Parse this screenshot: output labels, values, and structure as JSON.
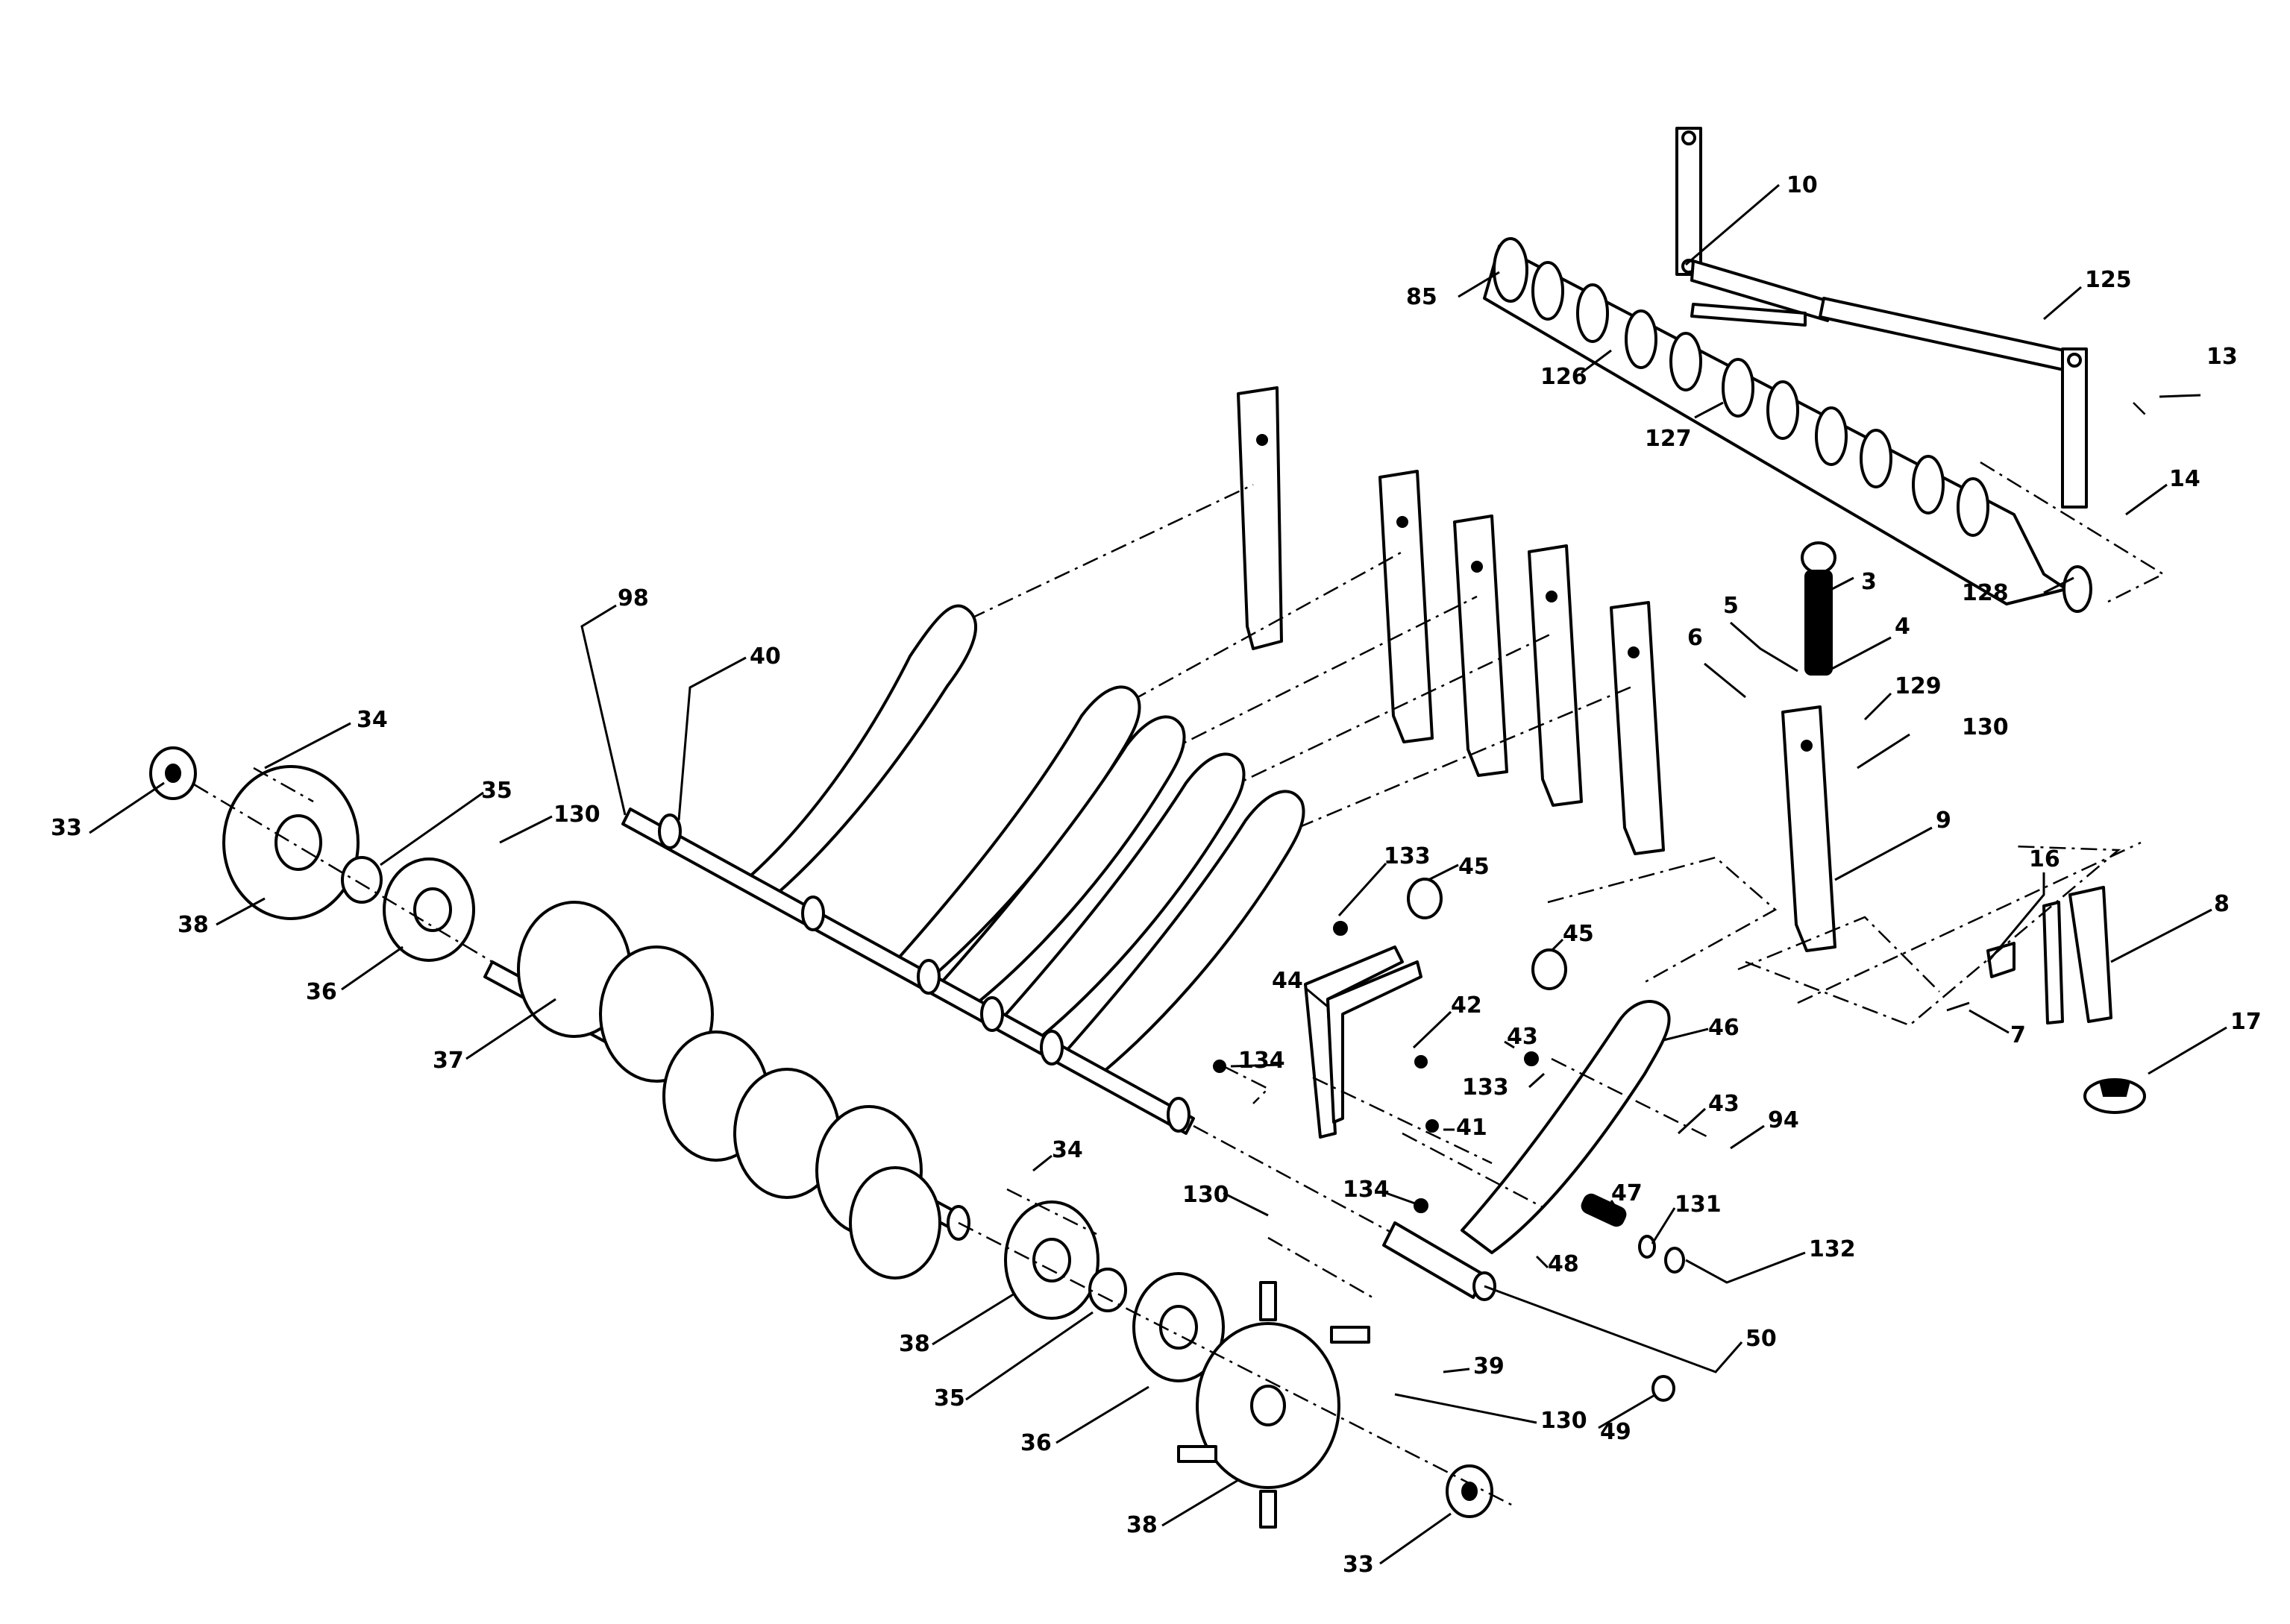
{
  "callouts": [
    {
      "id": "c10",
      "text": "10"
    },
    {
      "id": "c85",
      "text": "85"
    },
    {
      "id": "c125",
      "text": "125"
    },
    {
      "id": "c13",
      "text": "13"
    },
    {
      "id": "c126",
      "text": "126"
    },
    {
      "id": "c127",
      "text": "127"
    },
    {
      "id": "c14",
      "text": "14"
    },
    {
      "id": "c128",
      "text": "128"
    },
    {
      "id": "c3",
      "text": "3"
    },
    {
      "id": "c4",
      "text": "4"
    },
    {
      "id": "c5",
      "text": "5"
    },
    {
      "id": "c6",
      "text": "6"
    },
    {
      "id": "c129",
      "text": "129"
    },
    {
      "id": "c130a",
      "text": "130"
    },
    {
      "id": "c9",
      "text": "9"
    },
    {
      "id": "c98",
      "text": "98"
    },
    {
      "id": "c40",
      "text": "40"
    },
    {
      "id": "c34a",
      "text": "34"
    },
    {
      "id": "c33a",
      "text": "33"
    },
    {
      "id": "c35a",
      "text": "35"
    },
    {
      "id": "c130b",
      "text": "130"
    },
    {
      "id": "c38a",
      "text": "38"
    },
    {
      "id": "c36a",
      "text": "36"
    },
    {
      "id": "c37",
      "text": "37"
    },
    {
      "id": "c133a",
      "text": "133"
    },
    {
      "id": "c45a",
      "text": "45"
    },
    {
      "id": "c45b",
      "text": "45"
    },
    {
      "id": "c44",
      "text": "44"
    },
    {
      "id": "c42",
      "text": "42"
    },
    {
      "id": "c43a",
      "text": "43"
    },
    {
      "id": "c133b",
      "text": "133"
    },
    {
      "id": "c46",
      "text": "46"
    },
    {
      "id": "c134a",
      "text": "134"
    },
    {
      "id": "c41",
      "text": "41"
    },
    {
      "id": "c43b",
      "text": "43"
    },
    {
      "id": "c94",
      "text": "94"
    },
    {
      "id": "c16",
      "text": "16"
    },
    {
      "id": "c8",
      "text": "8"
    },
    {
      "id": "c7",
      "text": "7"
    },
    {
      "id": "c17",
      "text": "17"
    },
    {
      "id": "c34b",
      "text": "34"
    },
    {
      "id": "c130c",
      "text": "130"
    },
    {
      "id": "c134b",
      "text": "134"
    },
    {
      "id": "c47",
      "text": "47"
    },
    {
      "id": "c131",
      "text": "131"
    },
    {
      "id": "c48",
      "text": "48"
    },
    {
      "id": "c132",
      "text": "132"
    },
    {
      "id": "c38b",
      "text": "38"
    },
    {
      "id": "c35b",
      "text": "35"
    },
    {
      "id": "c50",
      "text": "50"
    },
    {
      "id": "c39",
      "text": "39"
    },
    {
      "id": "c36b",
      "text": "36"
    },
    {
      "id": "c130d",
      "text": "130"
    },
    {
      "id": "c49",
      "text": "49"
    },
    {
      "id": "c38c",
      "text": "38"
    },
    {
      "id": "c33b",
      "text": "33"
    }
  ]
}
